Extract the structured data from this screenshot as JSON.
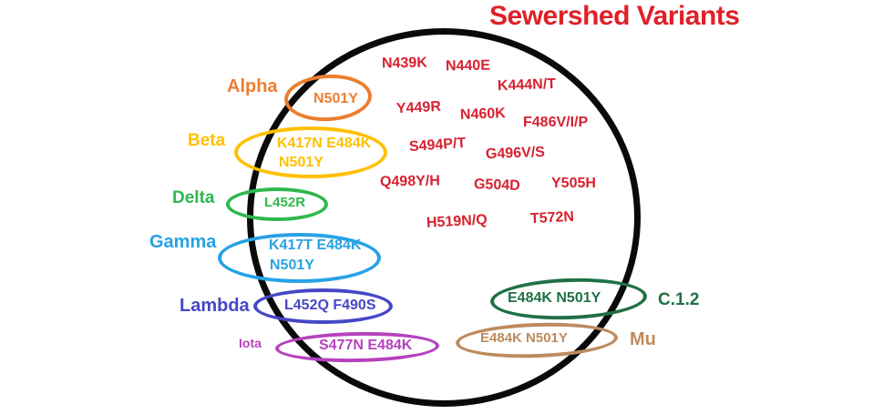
{
  "title": "Sewershed Variants",
  "colors": {
    "title_red": "#e02028",
    "mutation_red": "#d6212f",
    "circle_black": "#0a0a0a",
    "alpha_orange": "#ed7d31",
    "beta_yellow": "#ffc000",
    "delta_green": "#2fb84d",
    "gamma_blue": "#27a2e5",
    "lambda_indigo": "#4647c6",
    "iota_magenta": "#b642be",
    "c12_dark_green": "#1f7145",
    "mu_brown": "#be8a5e"
  },
  "variants": [
    {
      "id": "alpha",
      "label": "Alpha",
      "mutations": [
        "N501Y"
      ]
    },
    {
      "id": "beta",
      "label": "Beta",
      "mutations": [
        "K417N E484K",
        "N501Y"
      ]
    },
    {
      "id": "delta",
      "label": "Delta",
      "mutations": [
        "L452R"
      ]
    },
    {
      "id": "gamma",
      "label": "Gamma",
      "mutations": [
        "K417T E484K",
        "N501Y"
      ]
    },
    {
      "id": "lambda",
      "label": "Lambda",
      "mutations": [
        "L452Q F490S"
      ]
    },
    {
      "id": "iota",
      "label": "Iota",
      "mutations": [
        "S477N E484K"
      ]
    },
    {
      "id": "c12",
      "label": "C.1.2",
      "mutations": [
        "E484K N501Y"
      ]
    },
    {
      "id": "mu",
      "label": "Mu",
      "mutations": [
        "E484K N501Y"
      ]
    }
  ],
  "shared_mutations": [
    "N439K",
    "N440E",
    "K444N/T",
    "Y449R",
    "N460K",
    "F486V/I/P",
    "S494P/T",
    "G496V/S",
    "Q498Y/H",
    "G504D",
    "Y505H",
    "H519N/Q",
    "T572N"
  ]
}
